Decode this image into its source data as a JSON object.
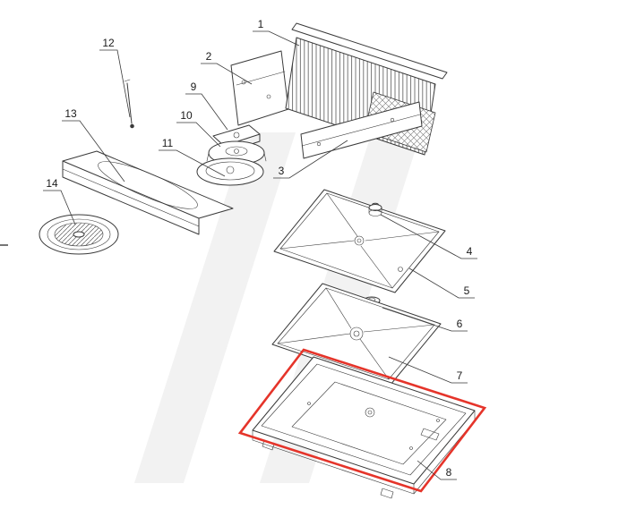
{
  "diagram": {
    "kind": "exploded-parts-diagram",
    "background_color": "#ffffff",
    "line_color": "#3a3a3a",
    "watermark_color": "#f2f2f2",
    "highlight_color": "#e5342a",
    "highlighted_part_label": "8",
    "parts": [
      {
        "label": "1"
      },
      {
        "label": "2"
      },
      {
        "label": "3"
      },
      {
        "label": "4"
      },
      {
        "label": "5"
      },
      {
        "label": "6"
      },
      {
        "label": "7"
      },
      {
        "label": "8"
      },
      {
        "label": "9"
      },
      {
        "label": "10"
      },
      {
        "label": "11"
      },
      {
        "label": "12"
      },
      {
        "label": "13"
      },
      {
        "label": "14"
      }
    ]
  }
}
